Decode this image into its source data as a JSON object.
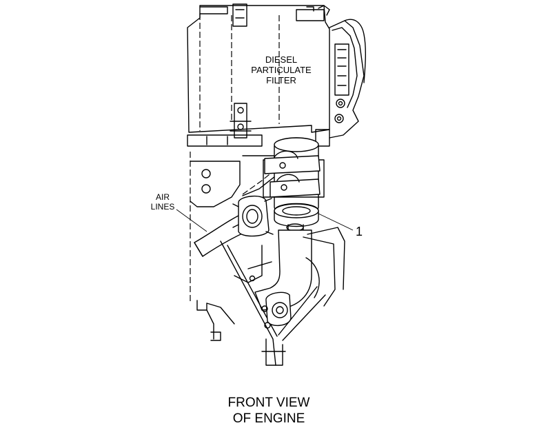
{
  "labels": {
    "dpf_line1": "DIESEL",
    "dpf_line2": "PARTICULATE",
    "dpf_line3": "FILTER",
    "air_line1": "AIR",
    "air_line2": "LINES",
    "callout_1": "1"
  },
  "caption": {
    "line1": "FRONT VIEW",
    "line2": "OF ENGINE"
  }
}
